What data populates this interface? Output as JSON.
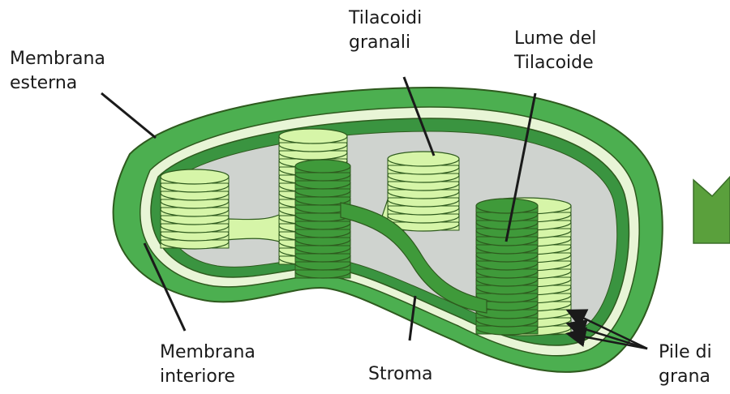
{
  "labels": {
    "outer_membrane": [
      "Membrana",
      "esterna"
    ],
    "grana_thylakoids": [
      "Tilacoidi",
      "granali"
    ],
    "thylakoid_lumen": [
      "Lume del",
      "Tilacoide"
    ],
    "inner_membrane": [
      "Membrana",
      "interiore"
    ],
    "stroma": [
      "Stroma"
    ],
    "grana_stacks": [
      "Pile di",
      "grana"
    ]
  },
  "colors": {
    "outer_membrane": "#4caf50",
    "inner_membrane": "#3a9440",
    "intermembrane": "#e8f5d6",
    "stroma": "#cfd3cf",
    "thylakoid_light": "#d6f5a8",
    "thylakoid_dark": "#3f9a3a",
    "outline": "#2e5a1e",
    "arrow": "#1a1a1a",
    "side_marker": "#5aa03c"
  },
  "icons": {
    "side_marker": "chevron-down-icon"
  }
}
